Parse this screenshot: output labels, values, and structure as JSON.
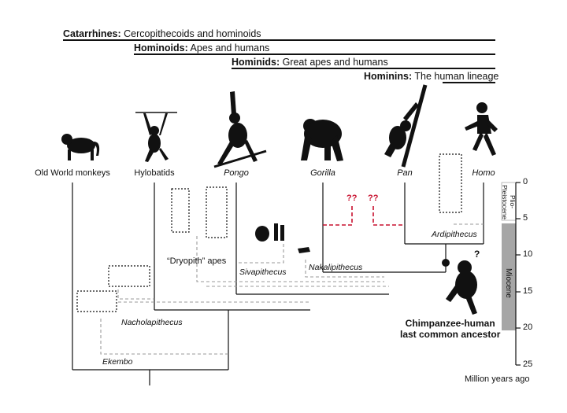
{
  "groups": {
    "catarrhines": {
      "name": "Catarrhines:",
      "desc": "Cercopithecoids and hominoids"
    },
    "hominoids": {
      "name": "Hominoids:",
      "desc": "Apes and humans"
    },
    "hominids": {
      "name": "Hominids:",
      "desc": "Great apes and humans"
    },
    "hominins": {
      "name": "Hominins:",
      "desc": "The human lineage"
    }
  },
  "taxa": {
    "old_world_monkeys": "Old World monkeys",
    "hylobatids": "Hylobatids",
    "pongo": "Pongo",
    "gorilla": "Gorilla",
    "pan": "Pan",
    "homo": "Homo"
  },
  "fossils": {
    "dryopith": "“Dryopith” apes",
    "sivapithecus": "Sivapithecus",
    "nakalipithecus": "Nakalipithecus",
    "nacholapithecus": "Nacholapithecus",
    "ekembo": "Ekembo",
    "ardipithecus": "Ardipithecus"
  },
  "question_marks": {
    "gorilla_left": "??",
    "gorilla_right": "??",
    "lca": "?"
  },
  "lca_label": {
    "line1": "Chimpanzee-human",
    "line2": "last common ancestor"
  },
  "time_axis": {
    "ticks": [
      "0",
      "5",
      "10",
      "15",
      "20",
      "25"
    ],
    "epochs": {
      "plio": "Plio-\nPleistocene",
      "miocene": "Miocene"
    },
    "unit": "Million years ago"
  },
  "colors": {
    "uncertain": "#c8102e",
    "fossil_line": "#9a9a9a",
    "epoch_band": "#a6a6a6"
  }
}
